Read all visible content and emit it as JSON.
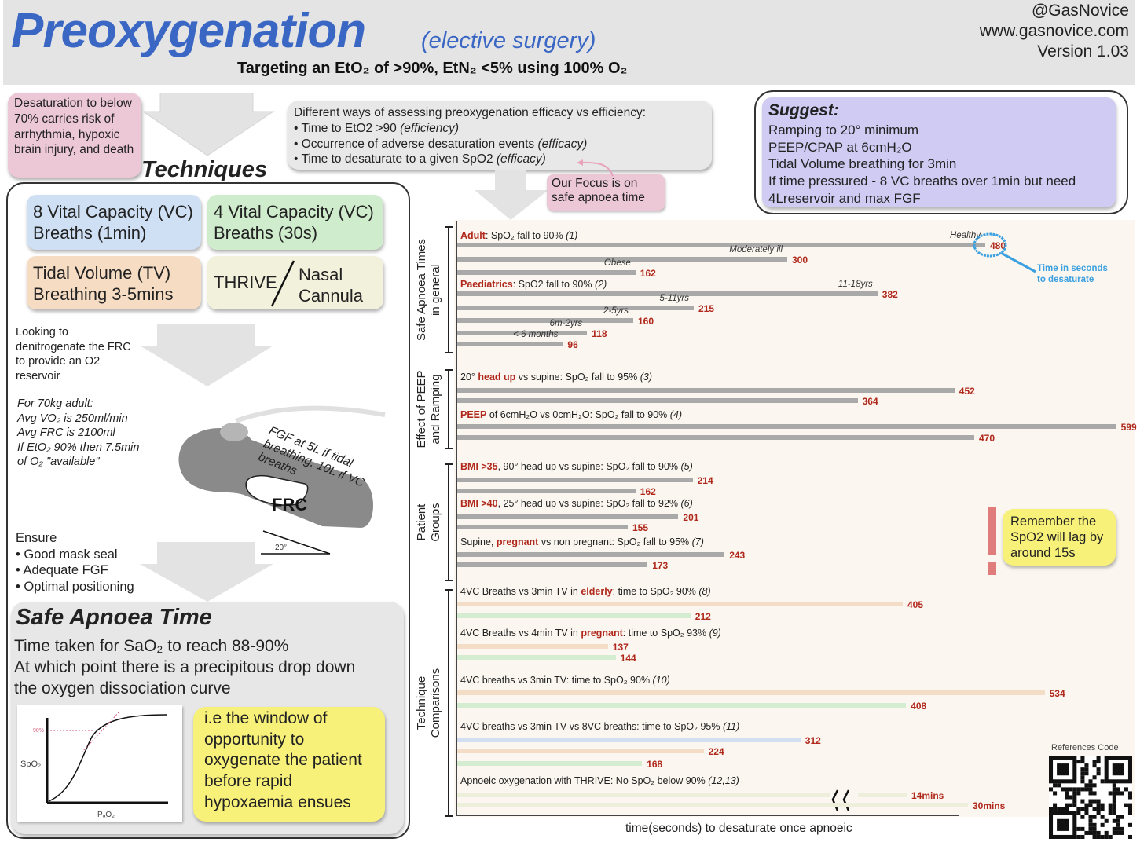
{
  "header": {
    "title": "Preoxygenation",
    "subtitle": "(elective surgery)",
    "tagline": "Targeting an EtO₂ of >90%, EtN₂ <5% using 100% O₂",
    "handle": "@GasNovice",
    "website": "www.gasnovice.com",
    "version": "Version 1.03"
  },
  "warning_note": "Desaturation to below 70% carries risk of arrhythmia, hypoxic brain injury, and death",
  "assessment": {
    "intro": "Different ways of assessing preoxygenation efficacy vs efficiency:",
    "items": [
      {
        "text": "Time to EtO2 >90 ",
        "tag": "(efficiency)"
      },
      {
        "text": "Occurrence of adverse desaturation events ",
        "tag": "(efficacy)"
      },
      {
        "text": "Time to desaturate to a given SpO2 ",
        "tag": "(efficacy)"
      }
    ],
    "focus": "Our Focus is on safe apnoea time"
  },
  "suggest": {
    "title": "Suggest:",
    "lines": [
      "Ramping to 20° minimum",
      "PEEP/CPAP at 6cmH₂O",
      "Tidal Volume breathing for 3min",
      "If time pressured - 8 VC breaths over 1min but need",
      "4Lreservoir and max FGF"
    ]
  },
  "techniques": {
    "label": "Techniques",
    "boxes": [
      {
        "text": "8 Vital Capacity (VC) Breaths (1min)",
        "color": "#cfe0f4"
      },
      {
        "text": "4 Vital Capacity (VC) Breaths (30s)",
        "color": "#cfeccc"
      },
      {
        "text": "Tidal Volume (TV) Breathing 3-5mins",
        "color": "#f5dcc3"
      },
      {
        "text_left": "THRIVE",
        "text_right": "Nasal Cannula",
        "color": "#f2f2dc"
      }
    ],
    "denitrogenate": "Looking to denitrogenate the FRC to provide an O2 reservoir",
    "availability": [
      "For 70kg adult:",
      "Avg VO₂ is 250ml/min",
      "Avg FRC is 2100ml",
      "If EtO₂ 90% then 7.5min",
      "of O₂ \"available\""
    ],
    "diagram": {
      "fgf_note": "FGF at 5L if tidal breathing, 10L if VC breaths",
      "frc_label": "FRC",
      "angle_label": "20°"
    },
    "ensure": {
      "title": "Ensure",
      "items": [
        "Good mask seal",
        "Adequate FGF",
        "Optimal positioning"
      ]
    }
  },
  "safe_apnoea": {
    "title": "Safe Apnoea Time",
    "lines": [
      "Time taken for SaO₂ to reach 88-90%",
      "At which point there is a precipitous drop down",
      "the oxygen dissociation curve"
    ],
    "curve": {
      "y_label": "SpO₂",
      "x_label": "PₐO₂",
      "marker": "90%"
    },
    "window_note": "i.e the window of opportunity to oxygenate the patient before rapid hypoxaemia ensues"
  },
  "chart_data": {
    "type": "bar",
    "orientation": "horizontal",
    "xlabel": "time(seconds) to desaturate once apnoeic",
    "annotation": "Time in seconds to desaturate",
    "reminder": "Remember the SpO2 will lag by around 15s",
    "references_label": "References Code",
    "sections": [
      {
        "name": "Safe Apnoea Times in general",
        "groups": [
          {
            "prefix": "",
            "highlight": "Adult",
            "suffix": ": SpO₂ fall to 90% ",
            "ref": "(1)",
            "bars": [
              {
                "label": "Healthy",
                "value": 480,
                "color": "#a9a9a9"
              },
              {
                "label": "Moderately ill",
                "value": 300,
                "color": "#a9a9a9"
              },
              {
                "label": "Obese",
                "value": 162,
                "color": "#a9a9a9"
              }
            ]
          },
          {
            "prefix": "",
            "highlight": "Paediatrics",
            "suffix": ": SpO2 fall to 90% ",
            "ref": "(2)",
            "bars": [
              {
                "label": "11-18yrs",
                "value": 382,
                "color": "#a9a9a9"
              },
              {
                "label": "5-11yrs",
                "value": 215,
                "color": "#a9a9a9"
              },
              {
                "label": "2-5yrs",
                "value": 160,
                "color": "#a9a9a9"
              },
              {
                "label": "6m-2yrs",
                "value": 118,
                "color": "#a9a9a9"
              },
              {
                "label": "< 6 months",
                "value": 96,
                "color": "#a9a9a9"
              }
            ]
          }
        ]
      },
      {
        "name": "Effect of PEEP and Ramping",
        "groups": [
          {
            "prefix": "20° ",
            "highlight": "head up",
            "suffix": " vs supine: SpO₂ fall to 95% ",
            "ref": "(3)",
            "bars": [
              {
                "label": "",
                "value": 452,
                "color": "#a9a9a9"
              },
              {
                "label": "",
                "value": 364,
                "color": "#a9a9a9"
              }
            ]
          },
          {
            "prefix": "",
            "highlight": "PEEP",
            "suffix": " of 6cmH₂O vs 0cmH₂O: SpO₂ fall to 90% ",
            "ref": "(4)",
            "bars": [
              {
                "label": "",
                "value": 599,
                "color": "#a9a9a9"
              },
              {
                "label": "",
                "value": 470,
                "color": "#a9a9a9"
              }
            ]
          }
        ]
      },
      {
        "name": "Patient Groups",
        "groups": [
          {
            "prefix": "",
            "highlight": "BMI >35",
            "suffix": ", 90° head up vs supine: SpO₂ fall to 90% ",
            "ref": "(5)",
            "bars": [
              {
                "label": "",
                "value": 214,
                "color": "#a9a9a9"
              },
              {
                "label": "",
                "value": 162,
                "color": "#a9a9a9"
              }
            ]
          },
          {
            "prefix": "",
            "highlight": "BMI >40",
            "suffix": ", 25° head up vs supine: SpO₂ fall to 92% ",
            "ref": "(6)",
            "bars": [
              {
                "label": "",
                "value": 201,
                "color": "#a9a9a9"
              },
              {
                "label": "",
                "value": 155,
                "color": "#a9a9a9"
              }
            ]
          },
          {
            "prefix": "Supine, ",
            "highlight": "pregnant",
            "suffix": " vs non pregnant: SpO₂ fall to 95% ",
            "ref": "(7)",
            "bars": [
              {
                "label": "",
                "value": 243,
                "color": "#a9a9a9"
              },
              {
                "label": "",
                "value": 173,
                "color": "#a9a9a9"
              }
            ]
          }
        ]
      },
      {
        "name": "Technique Comparisons",
        "groups": [
          {
            "prefix": "4VC Breaths vs 3min TV in ",
            "highlight": "elderly",
            "suffix": ": time to SpO₂ 90% ",
            "ref": "(8)",
            "bars": [
              {
                "label": "",
                "value": 405,
                "color": "#f3ddc6"
              },
              {
                "label": "",
                "value": 212,
                "color": "#d4edd0"
              }
            ]
          },
          {
            "prefix": "4VC Breaths vs 4min TV in ",
            "highlight": "pregnant",
            "suffix": ": time to SpO₂ 93% ",
            "ref": "(9)",
            "bars": [
              {
                "label": "",
                "value": 137,
                "color": "#f3ddc6"
              },
              {
                "label": "",
                "value": 144,
                "color": "#d4edd0"
              }
            ]
          },
          {
            "prefix": "4VC breaths vs 3min TV: time to SpO₂ 90% ",
            "highlight": "",
            "suffix": "",
            "ref": "(10)",
            "bars": [
              {
                "label": "",
                "value": 534,
                "color": "#f3ddc6"
              },
              {
                "label": "",
                "value": 408,
                "color": "#d4edd0"
              }
            ]
          },
          {
            "prefix": "4VC breaths vs 3min TV vs 8VC breaths: time to SpO₂ 95% ",
            "highlight": "",
            "suffix": "",
            "ref": "(11)",
            "bars": [
              {
                "label": "",
                "value": 312,
                "color": "#d2def2"
              },
              {
                "label": "",
                "value": 224,
                "color": "#f3ddc6"
              },
              {
                "label": "",
                "value": 168,
                "color": "#d4edd0"
              }
            ]
          },
          {
            "prefix": "Apnoeic oxygenation with THRIVE: No SpO₂ below 90% ",
            "highlight": "",
            "suffix": "",
            "ref": "(12,13)",
            "bars": [
              {
                "label": "",
                "value": 840,
                "display": "14mins",
                "color": "#eeefda",
                "broken": true
              },
              {
                "label": "",
                "value": 1800,
                "display": "30mins",
                "color": "#eeefda",
                "broken": true
              }
            ]
          }
        ]
      }
    ]
  }
}
